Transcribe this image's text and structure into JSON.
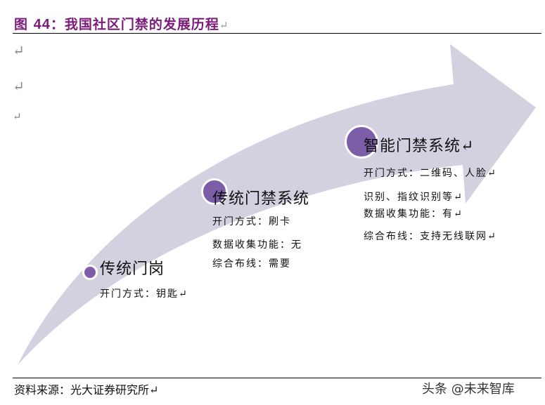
{
  "figure": {
    "label": "图",
    "number": "44",
    "colon": "：",
    "title": "我国社区门禁的发展历程",
    "return_mark": "↵"
  },
  "arrow_color": "#d3d0e0",
  "dot_color": "#7b5ea7",
  "title_color": "#7b1c7b",
  "stages": [
    {
      "title": "传统门岗",
      "lines": [
        "开门方式：钥匙↵"
      ]
    },
    {
      "title": "传统门禁系统",
      "lines": [
        "开门方式：刷卡",
        "数据收集功能：无",
        "综合布线：需要"
      ]
    },
    {
      "title": "智能门禁系统↵",
      "lines": [
        "开门方式：二维码、人脸↵",
        "识别、指纹识别等↵",
        "数据收集功能：有↵",
        "综合布线：支持无线联网↵"
      ]
    }
  ],
  "paragraph_marks": [
    "↵",
    "↵",
    "↵"
  ],
  "source": "资料来源：光大证券研究所↵",
  "watermark": "头条 @未来智库"
}
